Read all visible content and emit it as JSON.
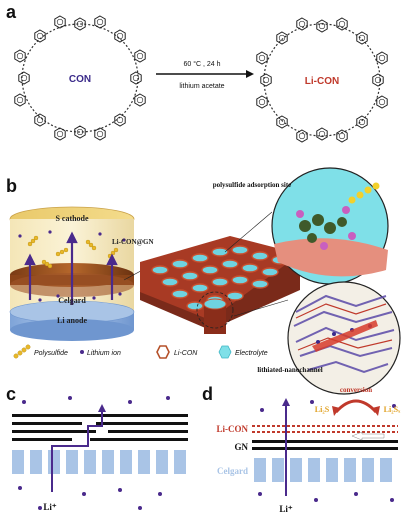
{
  "panel_a": {
    "letter": "a",
    "left_label": "CON",
    "right_label": "Li-CON",
    "arrow_top": "60 °C , 24 h",
    "arrow_bottom": "lithium acetate"
  },
  "panel_b": {
    "letter": "b",
    "title": "polysulfide adsorption site",
    "s_cathode": "S cathode",
    "celgard": "Celgard",
    "li_anode": "Li anode",
    "separator_label": "Li-CON@GN",
    "legend": {
      "polysulfide": "Polysulfide",
      "lithium_ion": "Lithium ion",
      "li_con": "Li-CON",
      "electrolyte": "Electrolyte"
    },
    "nanochannel_label": "lithiated-nanochannel"
  },
  "panel_c": {
    "letter": "c",
    "li_label": "Li⁺"
  },
  "panel_d": {
    "letter": "d",
    "li_con": "Li-CON",
    "gn": "GN",
    "celgard": "Celgard",
    "conversion": "conversion",
    "li2s": "Li₂S",
    "li2sx": "Li₂Sₓ",
    "li_label": "Li⁺"
  },
  "colors": {
    "li_con_red": "#c0392b",
    "celgard_blue": "#a9c4e6",
    "li_ion_purple": "#4a2a8c",
    "polysulfide_gold": "#e8b82a"
  }
}
